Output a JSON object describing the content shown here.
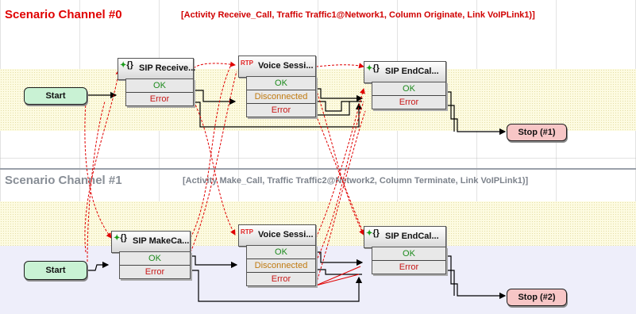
{
  "channels": [
    {
      "title": "Scenario Channel #0",
      "meta": "[Activity Receive_Call, Traffic Traffic1@Network1, Column Originate, Link VoIPLink1)]",
      "start_label": "Start",
      "stop_label": "Stop (#1)",
      "nodes": [
        {
          "title": "SIP Receive...",
          "icon": "sip-icon",
          "ports": [
            "OK",
            "Error"
          ]
        },
        {
          "title": "Voice Sessi...",
          "icon": "rtp-icon",
          "ports": [
            "OK",
            "Disconnected",
            "Error"
          ]
        },
        {
          "title": "SIP EndCal...",
          "icon": "sip-icon",
          "ports": [
            "OK",
            "Error"
          ]
        }
      ]
    },
    {
      "title": "Scenario Channel #1",
      "meta": "[Activity Make_Call, Traffic Traffic2@Network2, Column Terminate, Link VoIPLink1)]",
      "start_label": "Start",
      "stop_label": "Stop (#2)",
      "nodes": [
        {
          "title": "SIP MakeCa...",
          "icon": "sip-icon",
          "ports": [
            "OK",
            "Error"
          ]
        },
        {
          "title": "Voice Sessi...",
          "icon": "rtp-icon",
          "ports": [
            "OK",
            "Disconnected",
            "Error"
          ]
        },
        {
          "title": "SIP EndCal...",
          "icon": "sip-icon",
          "ports": [
            "OK",
            "Error"
          ]
        }
      ]
    }
  ],
  "icons": {
    "sip_glyph": "{}",
    "rtp_glyph": "RTP"
  },
  "colors": {
    "channel0_title": "#e00000",
    "channel1_title": "#888e96",
    "ok": "#1c8a1c",
    "disconnected": "#c07a10",
    "error": "#c81818",
    "signal_link": "#e00000"
  }
}
